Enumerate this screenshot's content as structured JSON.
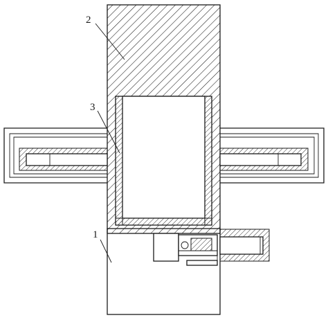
{
  "labels": {
    "part_1": "1",
    "part_2": "2",
    "part_3": "3"
  },
  "colors": {
    "line": "#1a1a1a",
    "background": "#ffffff"
  }
}
